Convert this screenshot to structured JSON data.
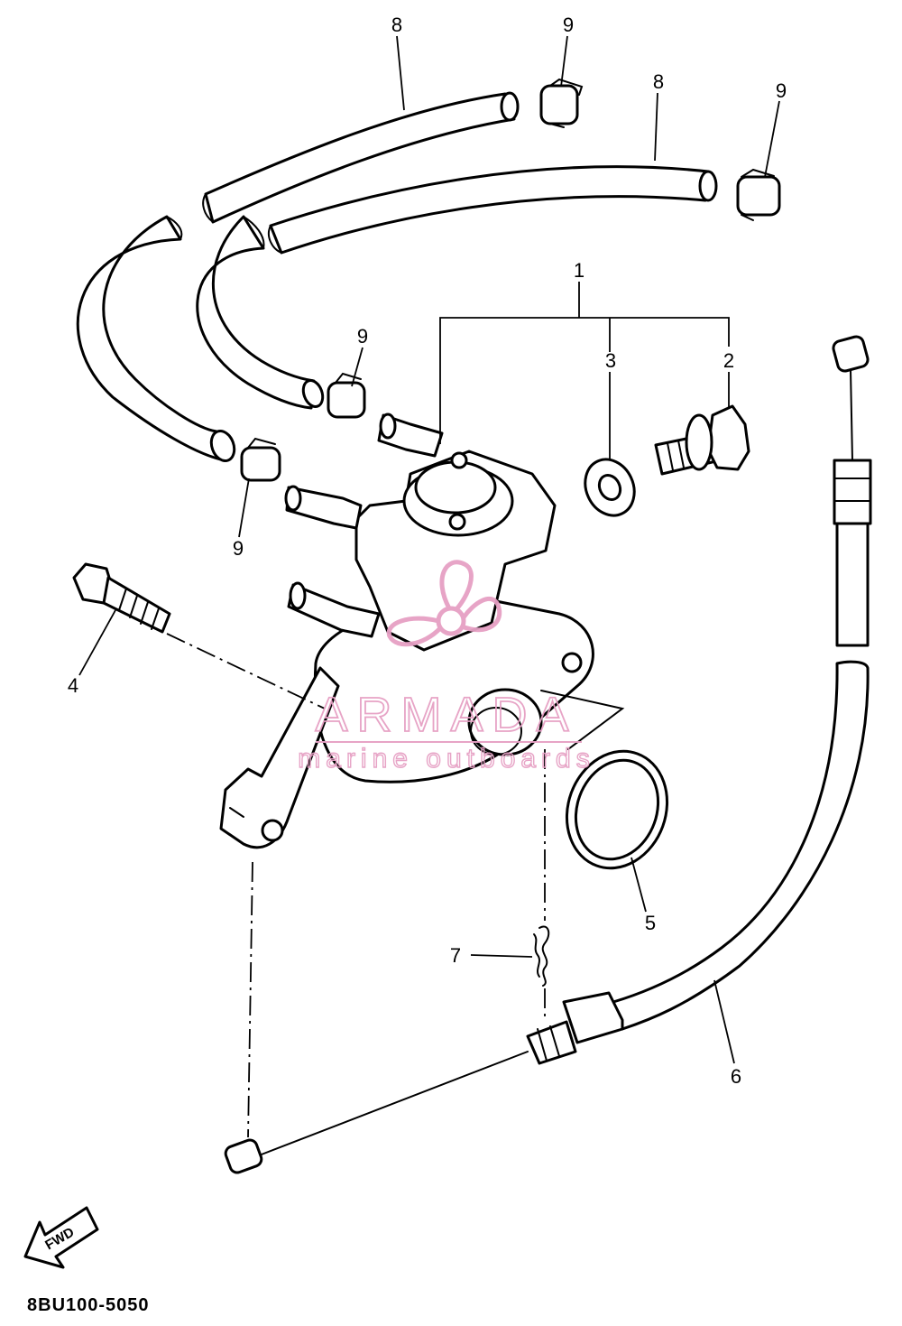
{
  "diagram": {
    "callouts": {
      "c1": "1",
      "c2": "2",
      "c3": "3",
      "c4": "4",
      "c5": "5",
      "c6": "6",
      "c7": "7",
      "c8a": "8",
      "c8b": "8",
      "c9a": "9",
      "c9b": "9",
      "c9c": "9",
      "c9d": "9"
    },
    "drawing_code": "8BU100-5050",
    "direction_label": "FWD"
  },
  "watermark": {
    "brand": "ARMADA",
    "tagline": "marine outboards",
    "color": "#e6a0c4"
  }
}
